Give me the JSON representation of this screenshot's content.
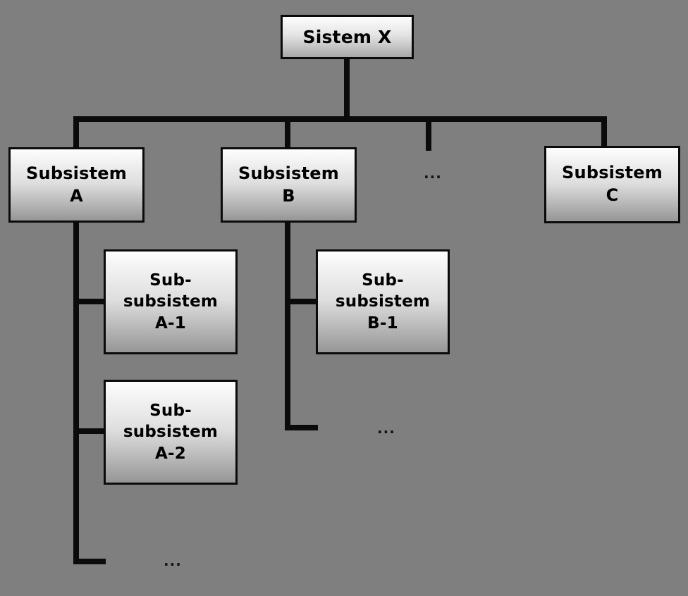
{
  "diagram": {
    "title_text": "Sistem X",
    "background_color": "#7f7f7f",
    "line_color": "#0b0b0b",
    "box_border_color": "#0b0b0b",
    "box_gradient_top": "#fdfdfd",
    "box_gradient_bottom": "#969696",
    "text_color": "#000000",
    "nodes": {
      "root": {
        "label": "Sistem X"
      },
      "subsystem_a": {
        "label": "Subsistem\nA"
      },
      "subsystem_b": {
        "label": "Subsistem\nB"
      },
      "subsystem_c": {
        "label": "Subsistem\nC"
      },
      "sub_a1": {
        "label": "Sub-\nsubsistem\nA-1"
      },
      "sub_a2": {
        "label": "Sub-\nsubsistem\nA-2"
      },
      "sub_b1": {
        "label": "Sub-\nsubsistem\nB-1"
      }
    },
    "ellipses": {
      "level1_more": "...",
      "branch_a_more": "...",
      "branch_b_more": "..."
    }
  }
}
